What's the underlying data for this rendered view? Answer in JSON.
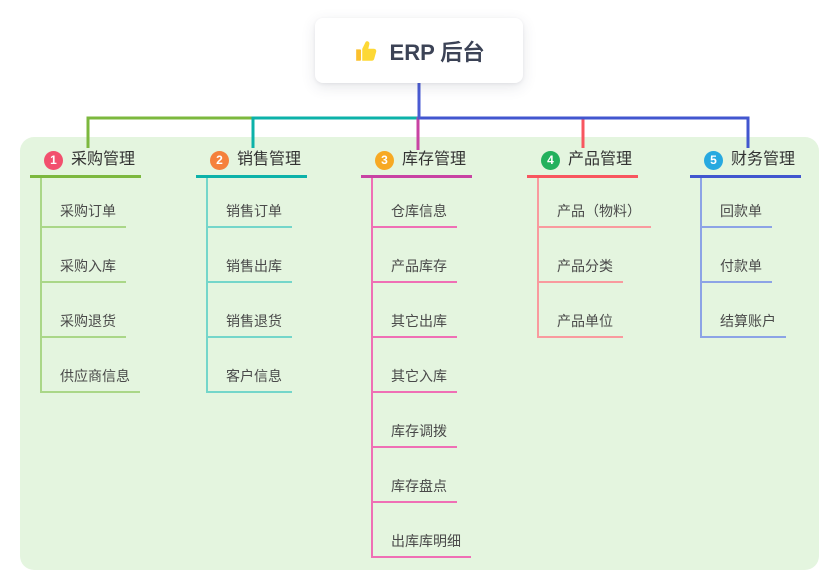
{
  "root": {
    "title": "ERP 后台",
    "icon": "thumbs-up-icon",
    "stem_color": "#4a5bd3"
  },
  "canvas": {
    "background": "#ffffff",
    "panel_color": "#e4f5df"
  },
  "branches": [
    {
      "index": "1",
      "label": "采购管理",
      "colors": {
        "badge": "#f2506e",
        "line": "#7cb83e",
        "line_light": "#aad788"
      },
      "children": [
        "采购订单",
        "采购入库",
        "采购退货",
        "供应商信息"
      ]
    },
    {
      "index": "2",
      "label": "销售管理",
      "colors": {
        "badge": "#f5813c",
        "line": "#0cb2a9",
        "line_light": "#74d6ca"
      },
      "children": [
        "销售订单",
        "销售出库",
        "销售退货",
        "客户信息"
      ]
    },
    {
      "index": "3",
      "label": "库存管理",
      "colors": {
        "badge": "#f7a923",
        "line": "#c843a3",
        "line_light": "#ef6fb5"
      },
      "children": [
        "仓库信息",
        "产品库存",
        "其它出库",
        "其它入库",
        "库存调拨",
        "库存盘点",
        "出库库明细"
      ]
    },
    {
      "index": "4",
      "label": "产品管理",
      "colors": {
        "badge": "#23b15d",
        "line": "#f8565f",
        "line_light": "#f99a9e"
      },
      "children": [
        "产品（物料）",
        "产品分类",
        "产品单位"
      ]
    },
    {
      "index": "5",
      "label": "财务管理",
      "colors": {
        "badge": "#27a9e0",
        "line": "#4156cf",
        "line_light": "#8ca3e6"
      },
      "children": [
        "回款单",
        "付款单",
        "结算账户"
      ]
    }
  ]
}
